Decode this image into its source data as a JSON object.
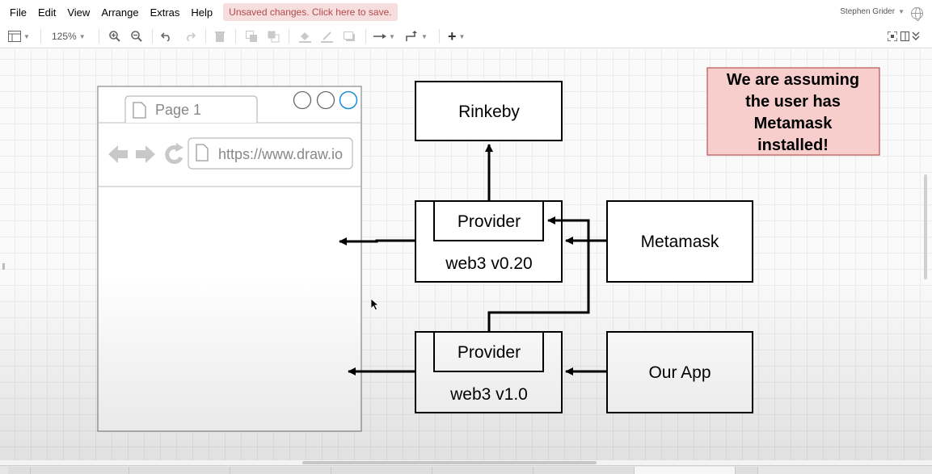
{
  "menubar": {
    "items": [
      "File",
      "Edit",
      "View",
      "Arrange",
      "Extras",
      "Help"
    ],
    "unsaved_notice": "Unsaved changes. Click here to save.",
    "user_name": "Stephen Grider"
  },
  "toolbar": {
    "zoom": "125%",
    "icons": [
      "format-panel-icon",
      "zoom-in-icon",
      "zoom-out-icon",
      "undo-icon",
      "redo-icon",
      "delete-icon",
      "to-front-icon",
      "to-back-icon",
      "fill-color-icon",
      "line-color-icon",
      "shadow-icon",
      "connection-icon",
      "waypoints-icon",
      "insert-icon",
      "fullscreen-icon",
      "toggle-panel-icon",
      "collapse-icon"
    ]
  },
  "diagram": {
    "browser": {
      "tab_label": "Page 1",
      "url": "https://www.draw.io"
    },
    "rinkeby": "Rinkeby",
    "provider_top": "Provider",
    "web3_old": "web3 v0.20",
    "metamask": "Metamask",
    "provider_bottom": "Provider",
    "web3_new": "web3 v1.0",
    "our_app": "Our App",
    "note_lines": [
      "We are assuming",
      "the user has",
      "Metamask",
      "installed!"
    ],
    "note_fill": "#f8cecc",
    "note_border": "#b85450"
  },
  "colors": {
    "unsaved_bg": "#f7dede",
    "unsaved_text": "#b04a4a",
    "connector": "#000000"
  }
}
